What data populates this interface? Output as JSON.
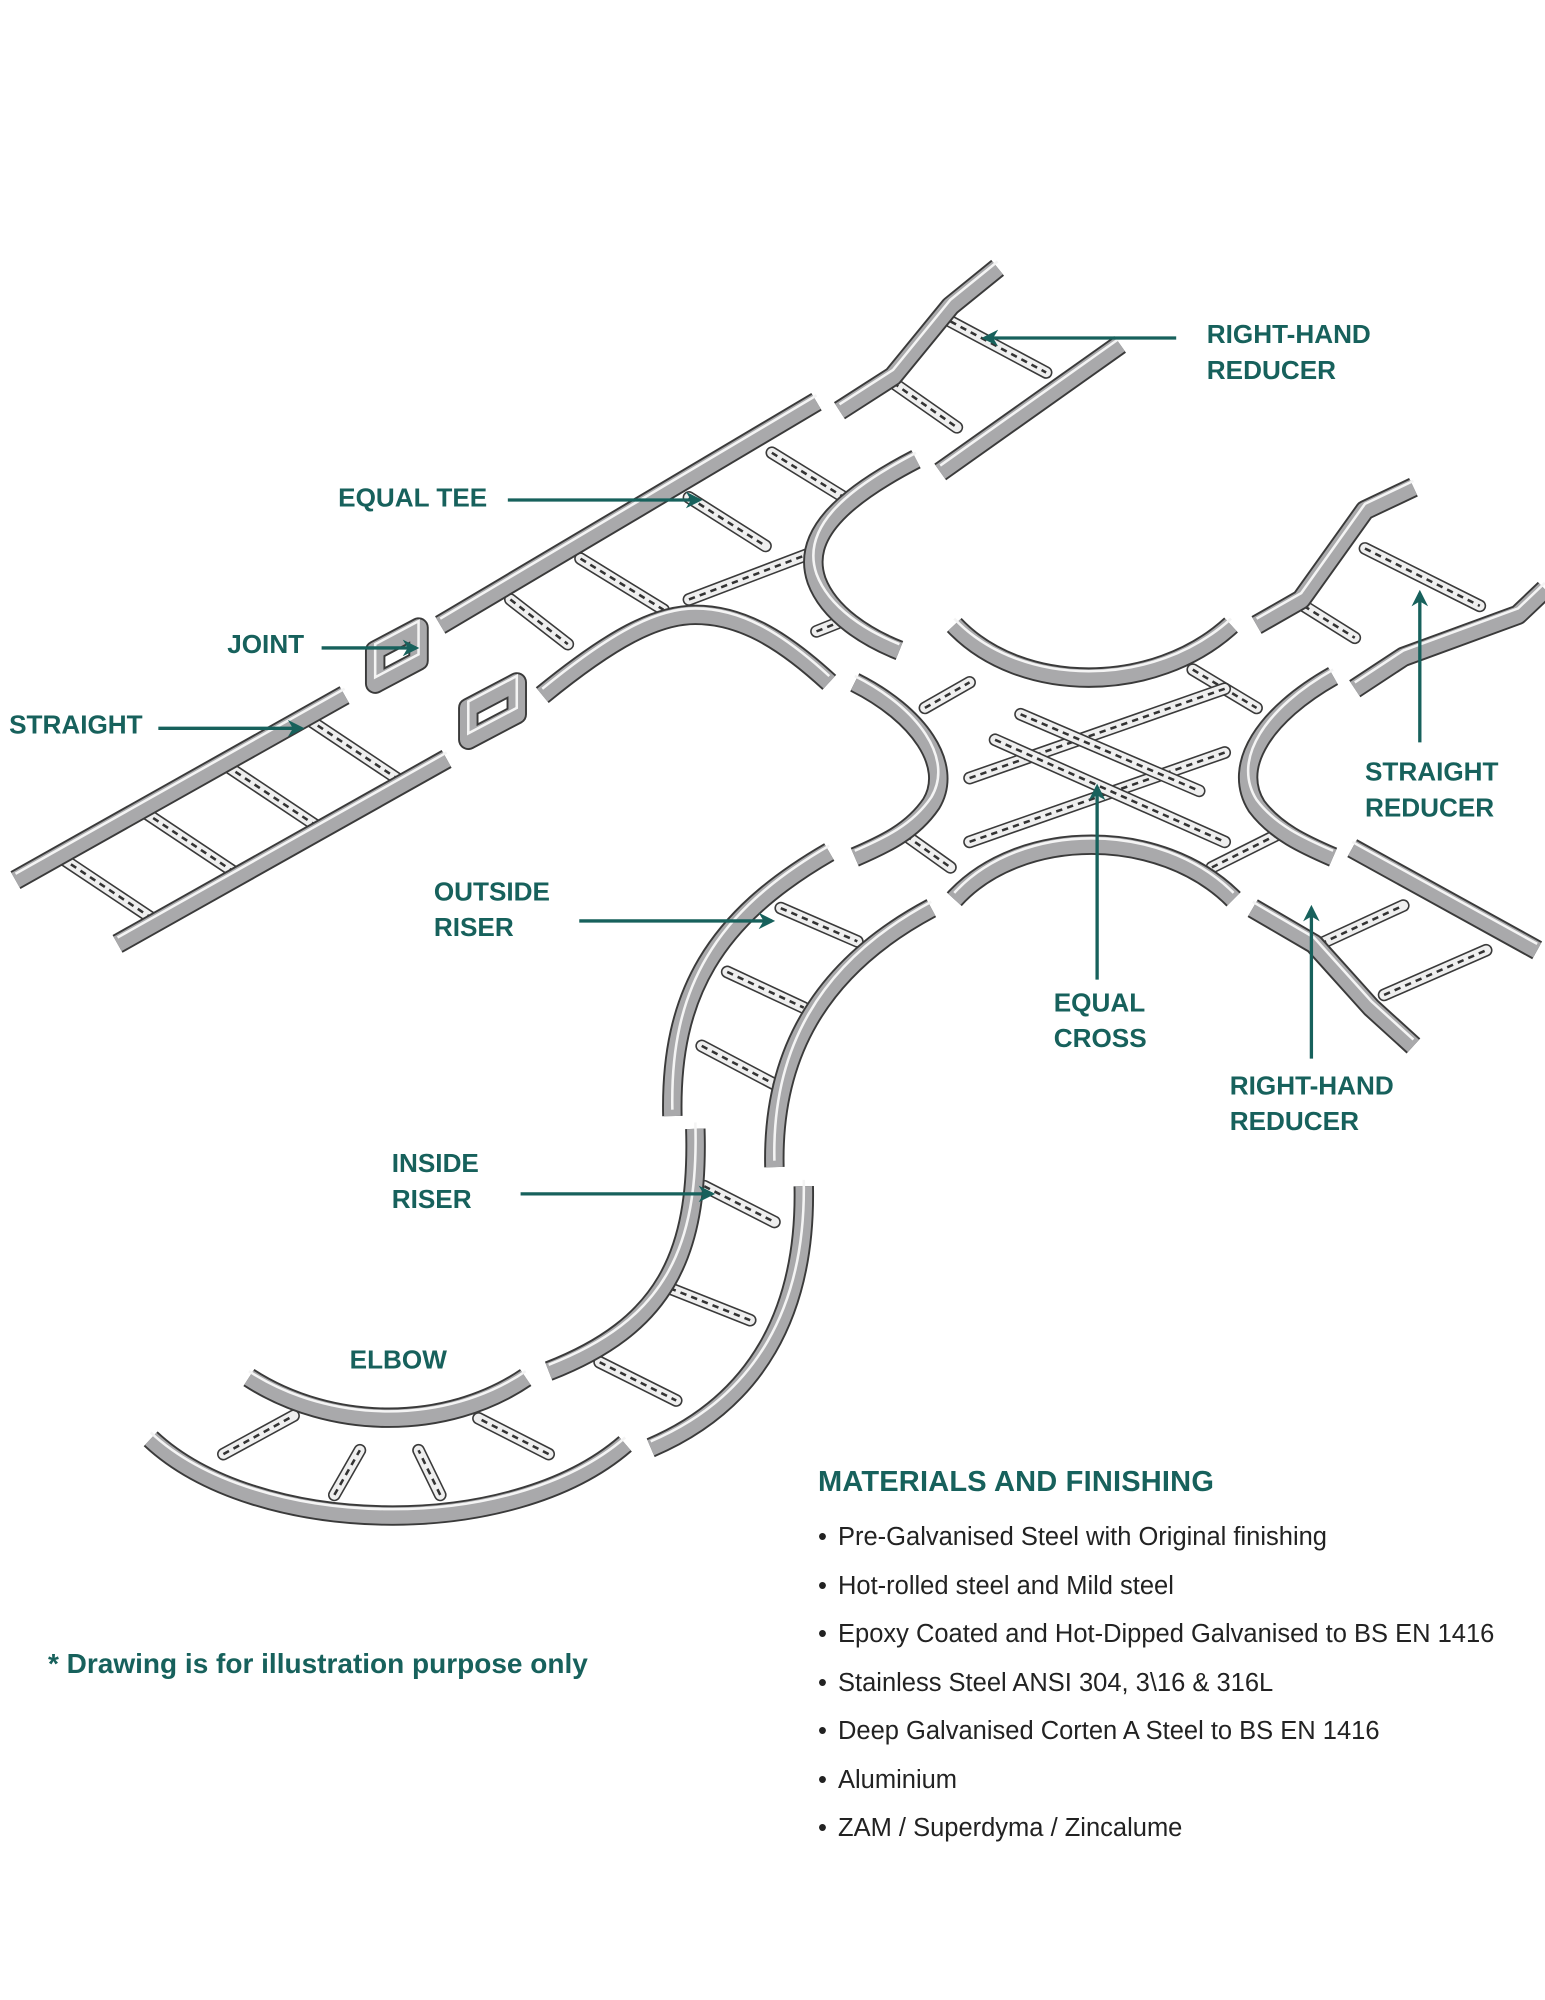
{
  "labels": {
    "right_hand_reducer_top": [
      "RIGHT-HAND",
      "REDUCER"
    ],
    "equal_tee": "EQUAL TEE",
    "joint": "JOINT",
    "straight": "STRAIGHT",
    "straight_reducer": [
      "STRAIGHT",
      "REDUCER"
    ],
    "outside_riser": [
      "OUTSIDE",
      "RISER"
    ],
    "equal_cross": [
      "EQUAL",
      "CROSS"
    ],
    "right_hand_reducer_bottom": [
      "RIGHT-HAND",
      "REDUCER"
    ],
    "inside_riser": [
      "INSIDE",
      "RISER"
    ],
    "elbow": "ELBOW"
  },
  "materials": {
    "heading": "MATERIALS AND FINISHING",
    "bullet": "•",
    "items": [
      "Pre-Galvanised Steel with Original finishing",
      "Hot-rolled steel and Mild steel",
      "Epoxy Coated and Hot-Dipped Galvanised to BS EN 1416",
      "Stainless Steel ANSI 304, 3\\16 & 316L",
      "Deep Galvanised Corten A Steel to BS EN 1416",
      "Aluminium",
      "ZAM / Superdyma / Zincalume"
    ]
  },
  "disclaimer": "* Drawing is for illustration purpose only",
  "colors": {
    "accent": "#17615c",
    "rail": "#a9a9ab",
    "outline": "#3a3a3a",
    "rung": "#efefef"
  }
}
